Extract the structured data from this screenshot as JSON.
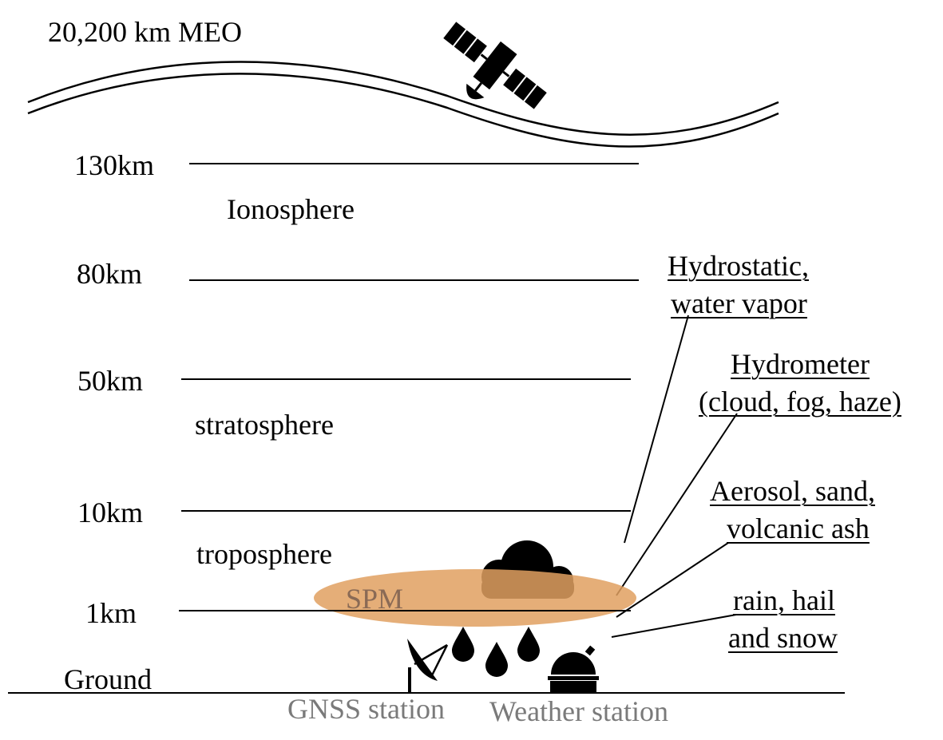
{
  "orbit": {
    "label": "20,200 km MEO"
  },
  "altitudes": {
    "km130": "130km",
    "km80": "80km",
    "km50": "50km",
    "km10": "10km",
    "km1": "1km",
    "ground": "Ground"
  },
  "layers": {
    "ionosphere": "Ionosphere",
    "stratosphere": "stratosphere",
    "troposphere": "troposphere"
  },
  "effects": {
    "hydrostatic_line1": "Hydrostatic,",
    "hydrostatic_line2": "water vapor",
    "hydrometer_line1": "Hydrometer",
    "hydrometer_line2": "(cloud, fog, haze)",
    "aerosol_line1": "Aerosol, sand,",
    "aerosol_line2": "volcanic ash",
    "rain_line1": "rain, hail",
    "rain_line2": "and snow"
  },
  "spm_label": "SPM",
  "stations": {
    "gnss": "GNSS station",
    "weather": "Weather station"
  },
  "colors": {
    "spm_fill": "#e0a060",
    "cloud": "#000000",
    "text_gray": "#7a7a7a"
  },
  "icons": [
    "satellite-icon",
    "cloud-icon",
    "raindrop-icon",
    "satellite-dish-icon",
    "observatory-icon"
  ]
}
